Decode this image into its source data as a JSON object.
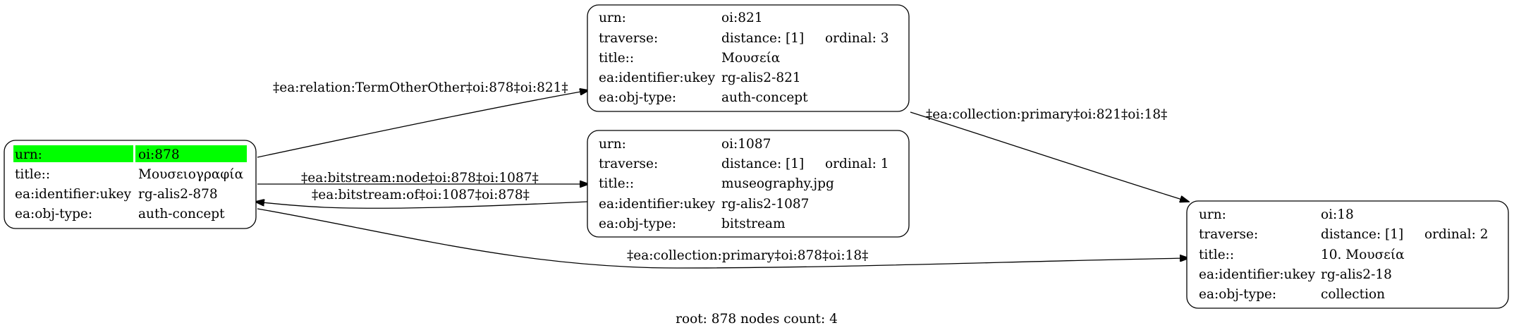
{
  "colors": {
    "highlight": "#00ff00",
    "border": "#000000",
    "background": "#ffffff"
  },
  "nodes": [
    {
      "id": "oi-878",
      "rows": [
        {
          "key": "urn:",
          "values": [
            "oi:878"
          ],
          "highlight": true
        },
        {
          "key": "title::",
          "values": [
            "Μουσειογραφία"
          ]
        },
        {
          "key": "ea:identifier:ukey",
          "values": [
            "rg-alis2-878"
          ]
        },
        {
          "key": "ea:obj-type:",
          "values": [
            "auth-concept"
          ]
        }
      ]
    },
    {
      "id": "oi-821",
      "rows": [
        {
          "key": "urn:",
          "values": [
            "oi:821"
          ]
        },
        {
          "key": "traverse:",
          "values": [
            "distance: [1]",
            "ordinal: 3"
          ]
        },
        {
          "key": "title::",
          "values": [
            "Μουσεία"
          ]
        },
        {
          "key": "ea:identifier:ukey",
          "values": [
            "rg-alis2-821"
          ]
        },
        {
          "key": "ea:obj-type:",
          "values": [
            "auth-concept"
          ]
        }
      ]
    },
    {
      "id": "oi-1087",
      "rows": [
        {
          "key": "urn:",
          "values": [
            "oi:1087"
          ]
        },
        {
          "key": "traverse:",
          "values": [
            "distance: [1]",
            "ordinal: 1"
          ]
        },
        {
          "key": "title::",
          "values": [
            "museography.jpg"
          ]
        },
        {
          "key": "ea:identifier:ukey",
          "values": [
            "rg-alis2-1087"
          ]
        },
        {
          "key": "ea:obj-type:",
          "values": [
            "bitstream"
          ]
        }
      ]
    },
    {
      "id": "oi-18",
      "rows": [
        {
          "key": "urn:",
          "values": [
            "oi:18"
          ]
        },
        {
          "key": "traverse:",
          "values": [
            "distance: [1]",
            "ordinal: 2"
          ]
        },
        {
          "key": "title::",
          "values": [
            "10. Μουσεία"
          ]
        },
        {
          "key": "ea:identifier:ukey",
          "values": [
            "rg-alis2-18"
          ]
        },
        {
          "key": "ea:obj-type:",
          "values": [
            "collection"
          ]
        }
      ]
    }
  ],
  "edges": [
    {
      "id": "e-878-821",
      "from": "oi-878",
      "to": "oi-821",
      "label": "‡ea:relation:TermOtherOther‡oi:878‡oi:821‡"
    },
    {
      "id": "e-878-1087",
      "from": "oi-878",
      "to": "oi-1087",
      "label": "‡ea:bitstream:node‡oi:878‡oi:1087‡"
    },
    {
      "id": "e-1087-878",
      "from": "oi-1087",
      "to": "oi-878",
      "label": "‡ea:bitstream:of‡oi:1087‡oi:878‡"
    },
    {
      "id": "e-821-18",
      "from": "oi-821",
      "to": "oi-18",
      "label": "‡ea:collection:primary‡oi:821‡oi:18‡"
    },
    {
      "id": "e-878-18",
      "from": "oi-878",
      "to": "oi-18",
      "label": "‡ea:collection:primary‡oi:878‡oi:18‡"
    }
  ],
  "footer": {
    "text": "root: 878 nodes count: 4"
  }
}
